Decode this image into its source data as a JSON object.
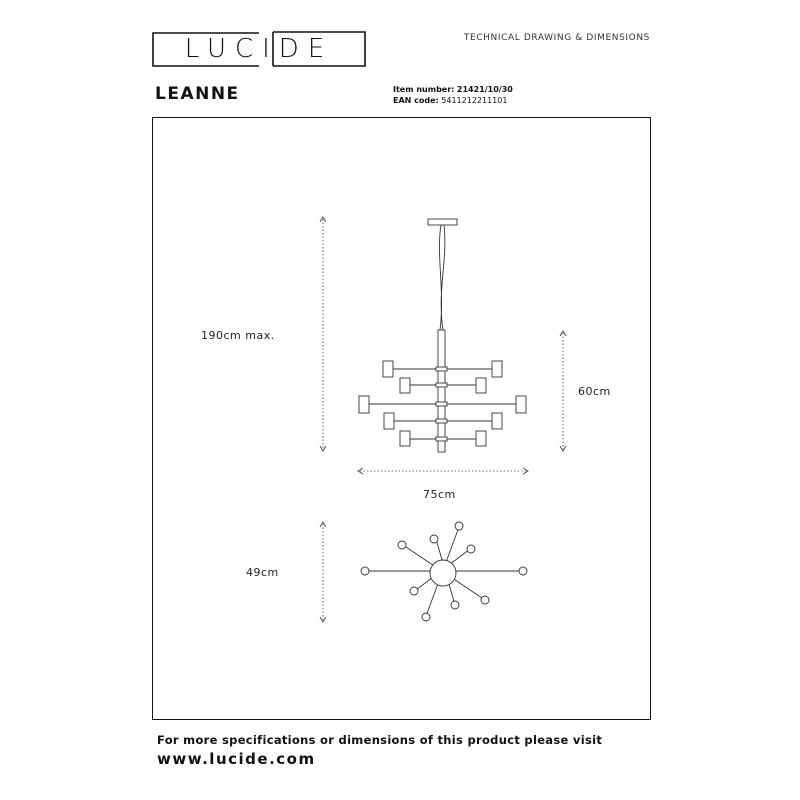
{
  "header": {
    "brand_logo_text": "LUCIDE",
    "doc_type": "TECHNICAL DRAWING & DIMENSIONS",
    "product_name": "LEANNE",
    "item_label": "Item number:",
    "item_value": "21421/10/30",
    "ean_label": "EAN code:",
    "ean_value": "5411212211101"
  },
  "dimensions": {
    "height_max": "190cm max.",
    "body_height": "60cm",
    "width": "75cm",
    "top_view": "49cm"
  },
  "footer": {
    "line1": "For more specifications or dimensions of this product please visit",
    "url": "www.lucide.com"
  }
}
